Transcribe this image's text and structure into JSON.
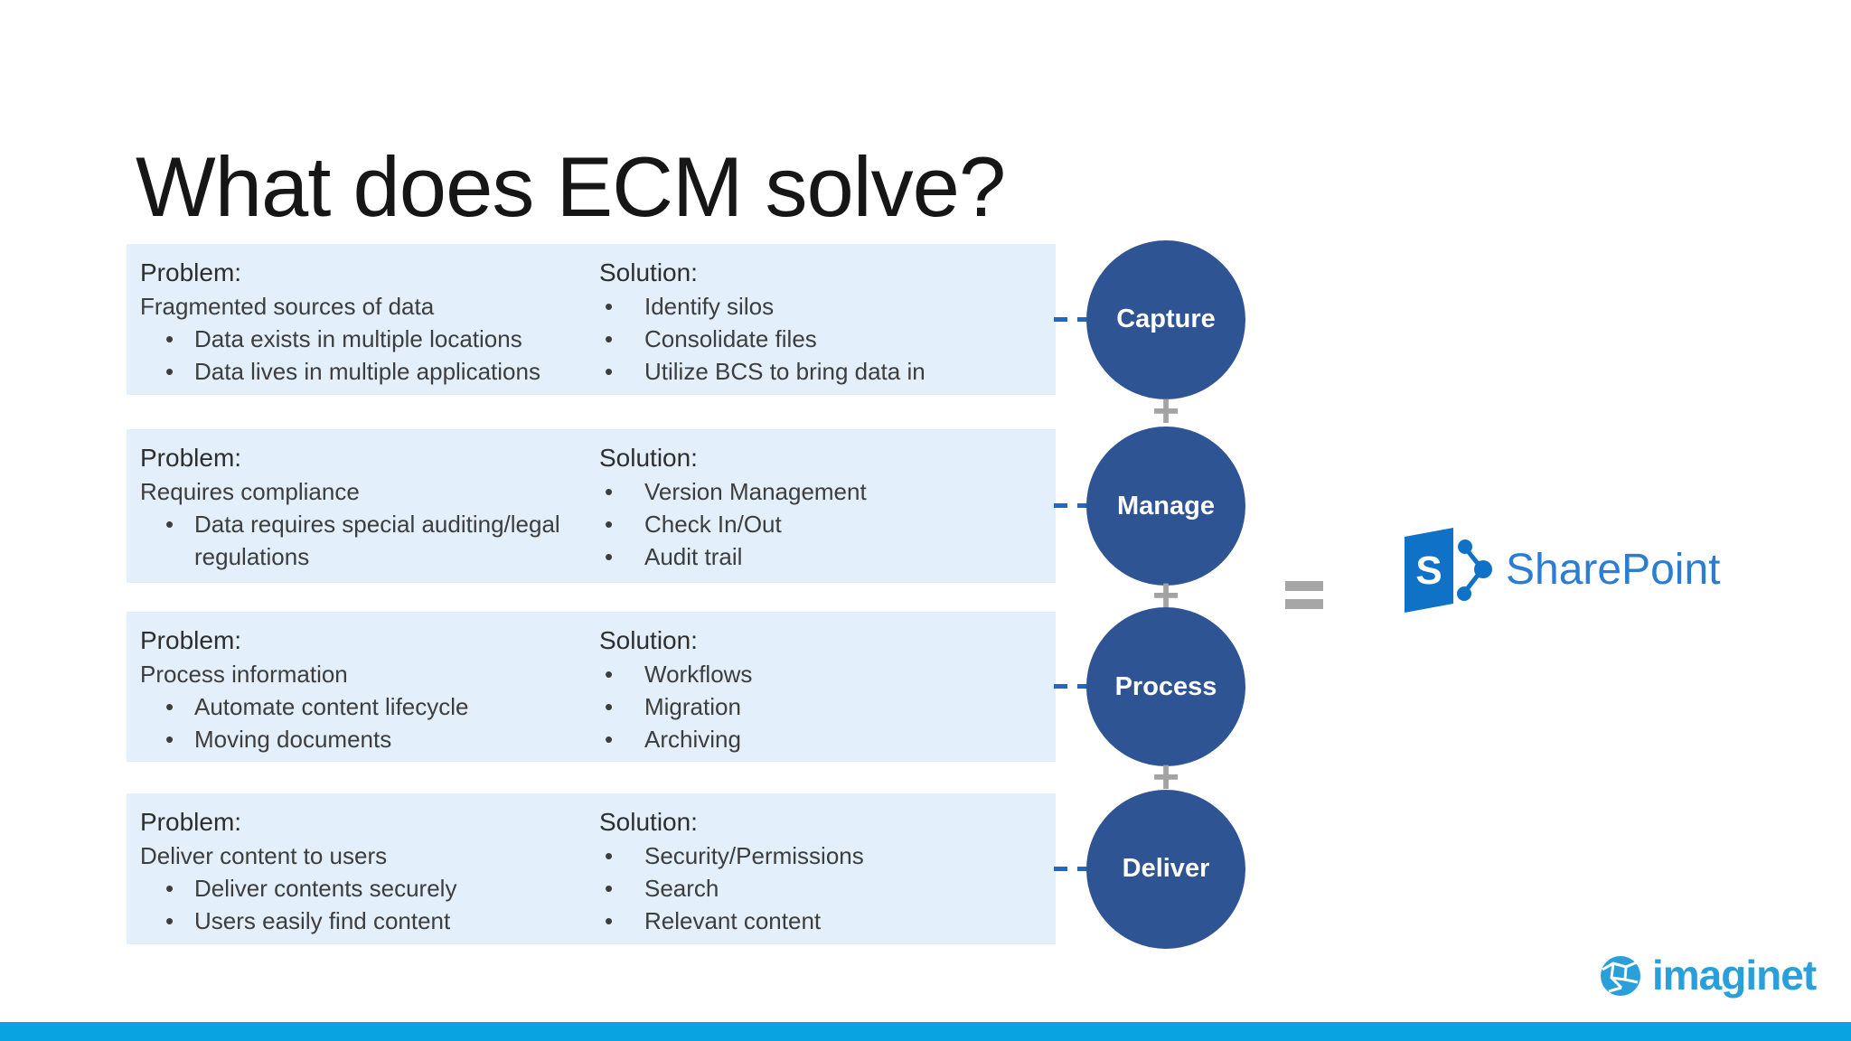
{
  "slide": {
    "title": "What does ECM solve?",
    "rows": [
      {
        "stage": "Capture",
        "problem": {
          "label": "Problem:",
          "summary": "Fragmented sources of data",
          "bullets": [
            "Data exists in multiple locations",
            "Data lives in multiple applications"
          ]
        },
        "solution": {
          "label": "Solution:",
          "bullets": [
            "Identify silos",
            "Consolidate files",
            "Utilize BCS to bring data in"
          ]
        }
      },
      {
        "stage": "Manage",
        "problem": {
          "label": "Problem:",
          "summary": "Requires compliance",
          "bullets": [
            "Data requires special auditing/legal regulations"
          ]
        },
        "solution": {
          "label": "Solution:",
          "bullets": [
            "Version Management",
            "Check In/Out",
            "Audit trail"
          ]
        }
      },
      {
        "stage": "Process",
        "problem": {
          "label": "Problem:",
          "summary": "Process information",
          "bullets": [
            "Automate content lifecycle",
            "Moving documents"
          ]
        },
        "solution": {
          "label": "Solution:",
          "bullets": [
            "Workflows",
            "Migration",
            "Archiving"
          ]
        }
      },
      {
        "stage": "Deliver",
        "problem": {
          "label": "Problem:",
          "summary": "Deliver content to users",
          "bullets": [
            "Deliver contents securely",
            "Users easily find content"
          ]
        },
        "solution": {
          "label": "Solution:",
          "bullets": [
            "Security/Permissions",
            "Search",
            "Relevant content"
          ]
        }
      }
    ],
    "plus_symbol": "+",
    "equals_symbol": "=",
    "sharepoint": {
      "label": "SharePoint",
      "icon_letter": "S"
    },
    "imaginet": {
      "label": "imaginet"
    },
    "colors": {
      "panel_bg": "#e3effa",
      "circle_fill": "#2e5494",
      "connector_blue": "#1b6cc0",
      "operator_gray": "#a6a6a6",
      "sharepoint_blue": "#2b7cd3",
      "sharepoint_icon_blue": "#0f72c6",
      "imaginet_blue": "#2aa0da",
      "bottom_bar": "#0aa3e2",
      "body_text": "#3d3d3d"
    }
  }
}
